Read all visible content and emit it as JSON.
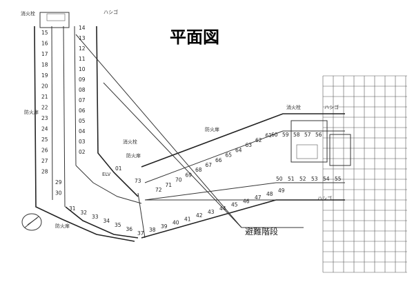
{
  "title": "平面図",
  "labels": {
    "hydrant": "消火栓",
    "ladder": "ハシゴ",
    "firedoor": "防火扉",
    "stairs": "避難階段",
    "elv": "ELV"
  },
  "west_wing_outer": [
    "15",
    "16",
    "17",
    "18",
    "19",
    "20",
    "21",
    "22",
    "23",
    "24",
    "25",
    "26",
    "27",
    "28",
    "29",
    "30"
  ],
  "west_wing_inner": [
    "14",
    "13",
    "12",
    "11",
    "10",
    "09",
    "08",
    "07",
    "06",
    "05",
    "04",
    "03",
    "02"
  ],
  "south_bend": [
    "31",
    "32",
    "33",
    "34",
    "35",
    "36",
    "37"
  ],
  "south_row": [
    "38",
    "39",
    "40",
    "41",
    "42",
    "43",
    "44",
    "45",
    "46",
    "47",
    "48",
    "49",
    "50",
    "51",
    "52",
    "53",
    "54",
    "55"
  ],
  "north_row": [
    "72",
    "71",
    "70",
    "69",
    "68",
    "67",
    "66",
    "65",
    "64",
    "63",
    "62",
    "61",
    "60",
    "59",
    "58",
    "57",
    "56"
  ],
  "core_unit": "01",
  "core_unit2": "73"
}
